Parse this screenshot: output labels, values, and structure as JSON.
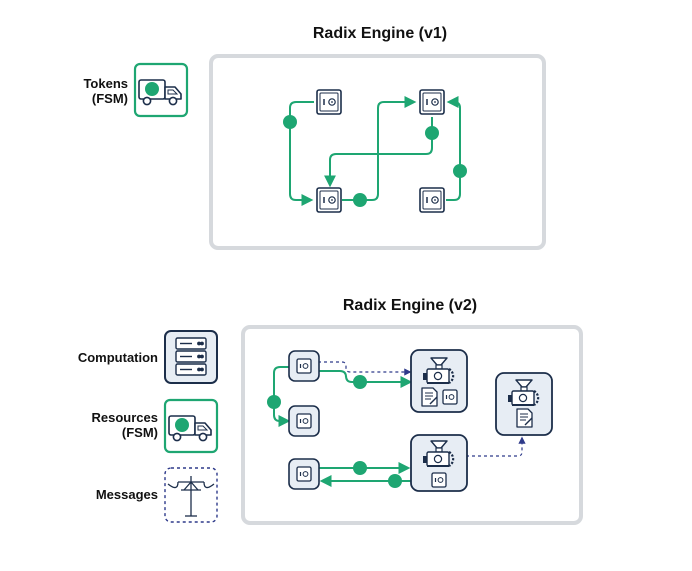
{
  "diagram": {
    "v1": {
      "title": "Radix Engine (v1)"
    },
    "v2": {
      "title": "Radix Engine (v2)"
    },
    "legend": {
      "tokens": {
        "line1": "Tokens",
        "line2": "(FSM)"
      },
      "computation": {
        "label": "Computation"
      },
      "resources": {
        "line1": "Resources",
        "line2": "(FSM)"
      },
      "messages": {
        "label": "Messages"
      }
    }
  },
  "colors": {
    "green": "#1ea672",
    "navy": "#1c2e4a",
    "tile_fill": "#e7edf4",
    "panel_border": "#d6d9dd",
    "dashed": "#2e3a8a"
  }
}
